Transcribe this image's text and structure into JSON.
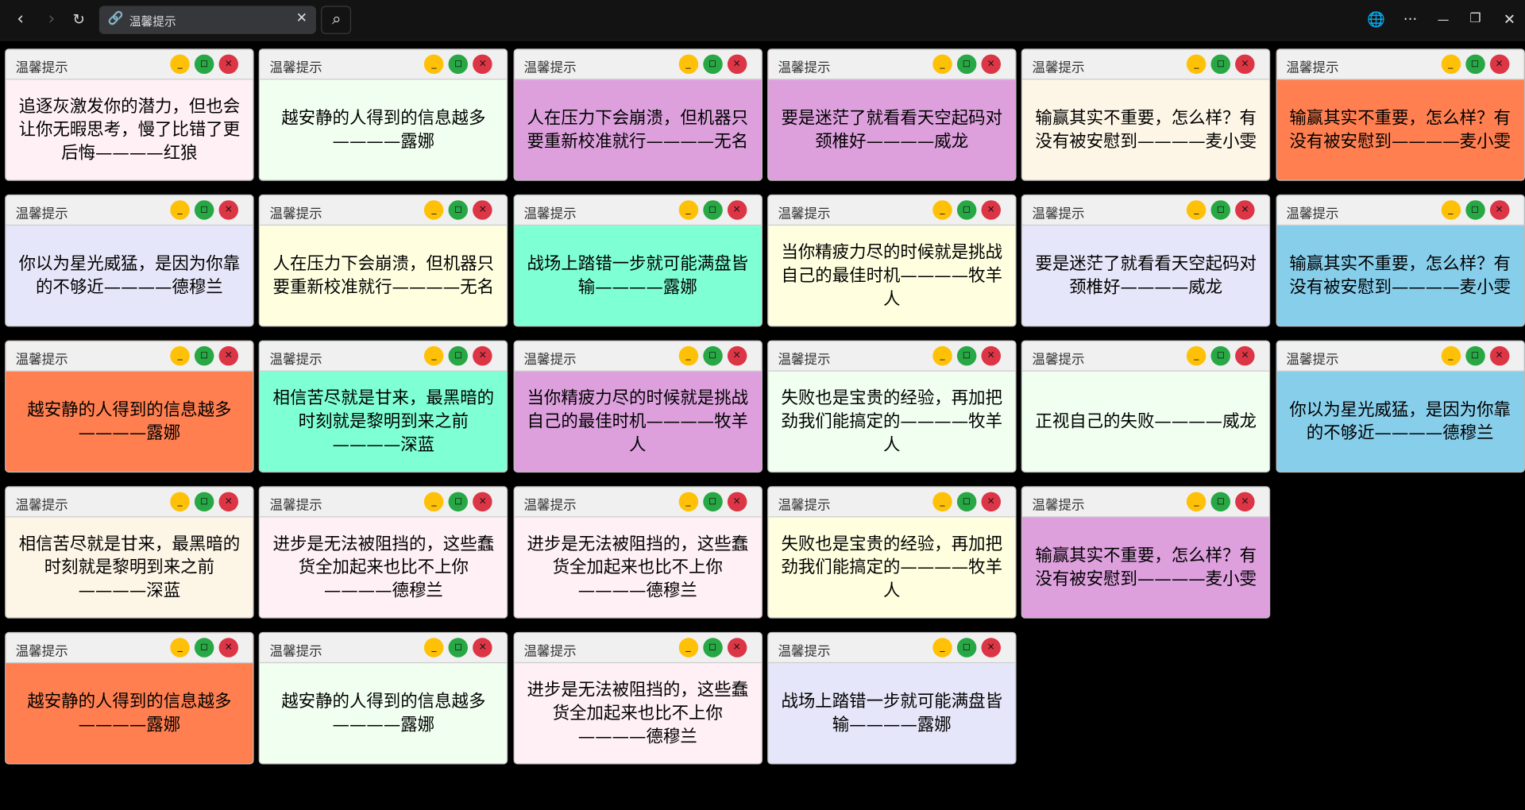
{
  "browser": {
    "address_text": "温馨提示",
    "icons": [
      "back-icon",
      "forward-icon",
      "reload-icon",
      "link-icon",
      "clear-icon",
      "search-icon",
      "globe-icon",
      "more-icon",
      "minimize-icon",
      "restore-icon",
      "close-icon"
    ],
    "glyphs": {
      "back": "‹",
      "forward": "›",
      "reload": "↻",
      "link": "🔗",
      "clear": "✕",
      "search": "⌕",
      "globe": "🌐",
      "more": "···",
      "minimize": "—",
      "restore": "❐",
      "close": "✕"
    }
  },
  "popup": {
    "minimize_label": "_",
    "maximize_label": "◻",
    "close_label": "×"
  },
  "windows": [
    {
      "title": "温馨提示",
      "text": "人在压力下会崩溃，但机器只要重新校准就行————无名",
      "color": "#FFFFE0"
    },
    {
      "title": "温馨提示",
      "text": "当你精疲力尽的时候就是挑战自己的最佳时机————牧羊人",
      "color": "#FFFFE0"
    },
    {
      "title": "温馨提示",
      "text": "输赢其实不重要，怎么样？有没有被安慰到————麦小雯",
      "color": "#87CEEB"
    },
    {
      "title": "温馨提示",
      "text": "输赢其实不重要，怎么样？有没有被安慰到————麦小雯",
      "color": "#FF7F50"
    },
    {
      "title": "温馨提示",
      "text": "战场上踏错一步就可能满盘皆输————露娜",
      "color": "#7FFFD4"
    },
    {
      "title": "温馨提示",
      "text": "失败也是宝贵的经验，再加把劲我们能搞定的————牧羊人",
      "color": "#F0FFF0"
    },
    {
      "title": "温馨提示",
      "text": "正视自己的失败————威龙",
      "color": "#F0FFF0"
    },
    {
      "title": "温馨提示",
      "text": "输赢其实不重要，怎么样？有没有被安慰到————麦小雯",
      "color": "#FDF5E6"
    },
    {
      "title": "温馨提示",
      "text": "要是迷茫了就看看天空起码对颈椎好————威龙",
      "color": "#E6E6FA"
    },
    {
      "title": "温馨提示",
      "text": "越安静的人得到的信息越多————露娜",
      "color": "#F0FFF0"
    },
    {
      "title": "温馨提示",
      "text": "要是迷茫了就看看天空起码对颈椎好————威龙",
      "color": "#DDA0DD"
    },
    {
      "title": "温馨提示",
      "text": "人在压力下会崩溃，但机器只要重新校准就行————无名",
      "color": "#DDA0DD"
    },
    {
      "title": "温馨提示",
      "text": "追逐灰激发你的潜力，但也会让你无暇思考，慢了比错了更后悔————红狼",
      "color": "#FFF0F5"
    },
    {
      "title": "温馨提示",
      "text": "越安静的人得到的信息越多————露娜",
      "color": "#FF7F50"
    },
    {
      "title": "温馨提示",
      "text": "你以为星光威猛，是因为你靠的不够近————德穆兰",
      "color": "#E6E6FA"
    },
    {
      "title": "温馨提示",
      "text": "相信苦尽就是甘来，最黑暗的时刻就是黎明到来之前————深蓝",
      "color": "#FDF5E6"
    },
    {
      "title": "温馨提示",
      "text": "进步是无法被阻挡的，这些蠢货全加起来也比不上你————德穆兰",
      "color": "#FFF0F5"
    },
    {
      "title": "温馨提示",
      "text": "进步是无法被阻挡的，这些蠢货全加起来也比不上你————德穆兰",
      "color": "#FFF0F5"
    },
    {
      "title": "温馨提示",
      "text": "当你精疲力尽的时候就是挑战自己的最佳时机————牧羊人",
      "color": "#DDA0DD"
    },
    {
      "title": "温馨提示",
      "text": "相信苦尽就是甘来，最黑暗的时刻就是黎明到来之前————深蓝",
      "color": "#7FFFD4"
    },
    {
      "title": "温馨提示",
      "text": "失败也是宝贵的经验，再加把劲我们能搞定的————牧羊人",
      "color": "#FFFFE0"
    },
    {
      "title": "温馨提示",
      "text": "输赢其实不重要，怎么样？有没有被安慰到————麦小雯",
      "color": "#DDA0DD"
    },
    {
      "title": "温馨提示",
      "text": "你以为星光威猛，是因为你靠的不够近————德穆兰",
      "color": "#87CEEB"
    },
    {
      "title": "温馨提示",
      "text": "越安静的人得到的信息越多————露娜",
      "color": "#FF7F50"
    },
    {
      "title": "温馨提示",
      "text": "越安静的人得到的信息越多————露娜",
      "color": "#F0FFF0"
    },
    {
      "title": "温馨提示",
      "text": "进步是无法被阻挡的，这些蠢货全加起来也比不上你————德穆兰",
      "color": "#FFF0F5"
    },
    {
      "title": "温馨提示",
      "text": "战场上踏错一步就可能满盘皆输————露娜",
      "color": "#E6E6FA"
    }
  ]
}
